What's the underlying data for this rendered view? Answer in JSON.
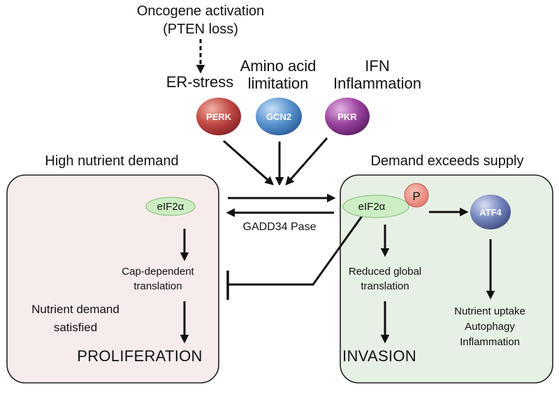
{
  "top": {
    "oncogene_line1": "Oncogene activation",
    "oncogene_line2": "(PTEN loss)"
  },
  "stresses": {
    "er_stress": "ER-stress",
    "amino_line1": "Amino acid",
    "amino_line2": "limitation",
    "ifn_line1": "IFN",
    "ifn_line2": "Inflammation"
  },
  "kinases": {
    "perk": "PERK",
    "gcn2": "GCN2",
    "pkr": "PKR"
  },
  "left": {
    "header": "High nutrient demand",
    "eif": "eIF2α",
    "cap_line1": "Cap-dependent",
    "cap_line2": "translation",
    "satisfied_line1": "Nutrient demand",
    "satisfied_line2": "satisfied",
    "outcome": "PROLIFERATION"
  },
  "center": {
    "gadd": "GADD34 Pase"
  },
  "right": {
    "header": "Demand exceeds supply",
    "eif": "eIF2α",
    "phospho": "P",
    "atf4": "ATF4",
    "reduced_line1": "Reduced global",
    "reduced_line2": "translation",
    "outcome": "INVASION",
    "effects_line1": "Nutrient uptake",
    "effects_line2": "Autophagy",
    "effects_line3": "Inflammation"
  },
  "colors": {
    "left_box_fill": "#f7ecec",
    "right_box_fill": "#e7f0e4",
    "eif_fill": "#cdeec4",
    "perk": "#b03a3a",
    "gcn2": "#4f86c9",
    "pkr": "#8e3b8e",
    "atf4": "#6f7db8",
    "phospho": "#ec8f84"
  }
}
